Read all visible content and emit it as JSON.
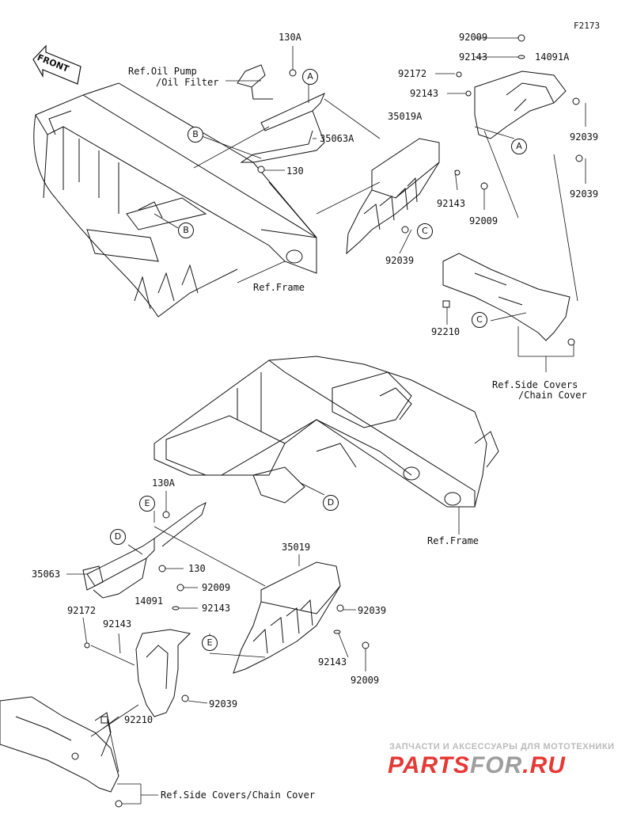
{
  "figure_code": "F2173",
  "front_label": "FRONT",
  "top_section": {
    "labels": {
      "p130A": "130A",
      "ref_oil_pump_1": "Ref.Oil Pump",
      "ref_oil_pump_2": "/Oil Filter",
      "p130": "130",
      "p35063A": "35063A",
      "p35019A": "35019A",
      "ref_frame": "Ref.Frame",
      "p92009_top": "92009",
      "p92143_a": "92143",
      "p14091A": "14091A",
      "p92172": "92172",
      "p92143_b": "92143",
      "p92039_a": "92039",
      "p92039_b": "92039",
      "p92143_c": "92143",
      "p92009_mid": "92009",
      "p92039_c": "92039",
      "p92210": "92210",
      "ref_side_1": "Ref.Side Covers",
      "ref_side_2": "/Chain Cover"
    },
    "callouts": {
      "A1": "A",
      "A2": "A",
      "B1": "B",
      "B2": "B",
      "C1": "C",
      "C2": "C"
    }
  },
  "bottom_section": {
    "labels": {
      "p130A": "130A",
      "ref_frame": "Ref.Frame",
      "p35063": "35063",
      "p130": "130",
      "p35019": "35019",
      "p92009_a": "92009",
      "p14091": "14091",
      "p92143_a": "92143",
      "p92172": "92172",
      "p92143_b": "92143",
      "p92039_a": "92039",
      "p92143_c": "92143",
      "p92009_b": "92009",
      "p92039_b": "92039",
      "p92210": "92210",
      "ref_side": "Ref.Side Covers/Chain Cover"
    },
    "callouts": {
      "D1": "D",
      "D2": "D",
      "E1": "E",
      "E2": "E"
    }
  },
  "watermark": {
    "tagline": "ЗАПЧАСТИ И АКСЕССУАРЫ ДЛЯ МОТОТЕХНИКИ",
    "logo": "PARTSFOR.RU",
    "colors": {
      "red": "#e53935",
      "gray": "#9e9e9e"
    }
  }
}
